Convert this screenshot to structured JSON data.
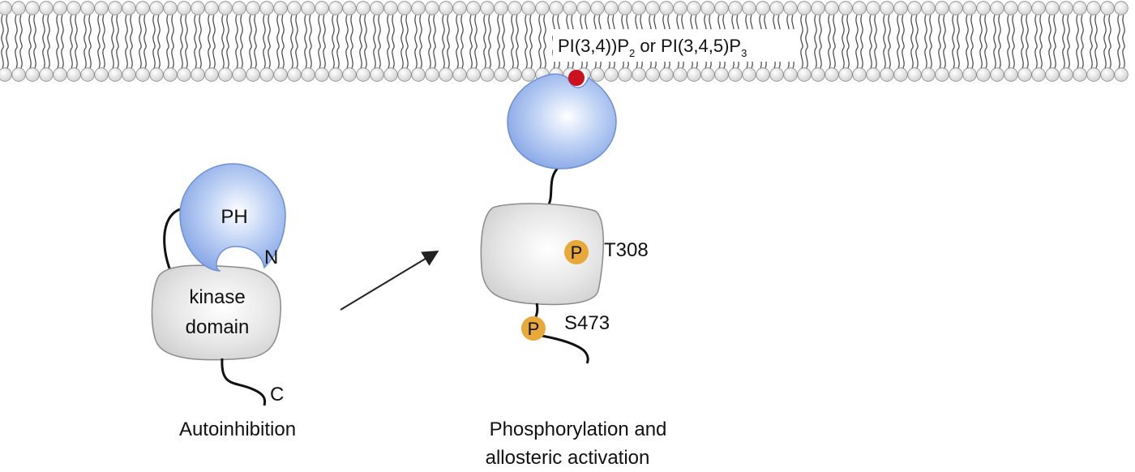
{
  "membrane": {
    "lipid_label": {
      "prefix": "PI(3,4))P",
      "sub1": "2",
      "middle": " or PI(3,4,5)P",
      "sub2": "3"
    }
  },
  "left_panel": {
    "domain_label": "PH",
    "n_terminus": "N",
    "kinase_label_line1": "kinase",
    "kinase_label_line2": "domain",
    "c_terminus": "C",
    "caption": "Autoinhibition"
  },
  "right_panel": {
    "phospho_symbol_1": "P",
    "site_1": "T308",
    "phospho_symbol_2": "P",
    "site_2": "S473",
    "caption_line1": "Phosphorylation and",
    "caption_line2": "allosteric activation"
  },
  "colors": {
    "ph_domain": "#9bb8ee",
    "kinase_domain": "#e4e4e4",
    "phosphate": "#e8a93a",
    "lipid_headgroup": "#cc1020",
    "membrane_bead": "#e8e8e8"
  }
}
